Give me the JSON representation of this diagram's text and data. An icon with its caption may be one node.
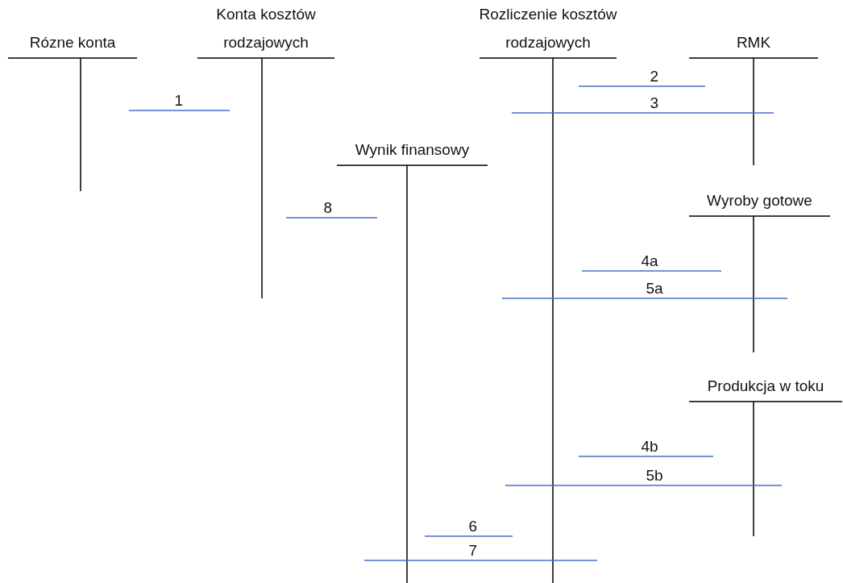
{
  "diagram": {
    "nodes": [
      {
        "text": [
          "Rózne konta"
        ]
      },
      {
        "text": [
          "Konta kosztów rodzajowych"
        ]
      },
      {
        "text": [
          "Rozliczenie kosztów rodzajowych"
        ]
      },
      {
        "text": [
          "RMK"
        ]
      },
      {
        "text": [
          "Wynik finansowy"
        ]
      },
      {
        "text": [
          "Wyroby gotowe"
        ]
      },
      {
        "text": [
          "Produkcja w toku"
        ]
      }
    ],
    "edges": [
      {
        "from": 2,
        "to": 3,
        "arrow": "none",
        "label": "2",
        "color": "#4472c4"
      },
      {
        "from": 0,
        "to": 1,
        "arrow": "none",
        "label": "1",
        "color": "#4472c4"
      },
      {
        "from": 3,
        "to": 2,
        "arrow": "none",
        "label": "3",
        "color": "#4472c4"
      },
      {
        "from": 1,
        "to": 4,
        "arrow": "none",
        "label": "8",
        "color": "#4472c4"
      },
      {
        "from": 2,
        "to": 5,
        "arrow": "none",
        "label": "4a",
        "color": "#4472c4"
      },
      {
        "from": 5,
        "to": 2,
        "arrow": "none",
        "label": "5a",
        "color": "#4472c4"
      },
      {
        "from": 2,
        "to": 6,
        "arrow": "none",
        "label": "4b",
        "color": "#4472c4"
      },
      {
        "from": 6,
        "to": 2,
        "arrow": "none",
        "label": "5b",
        "color": "#4472c4"
      },
      {
        "from": 4,
        "to": 2,
        "arrow": "none",
        "label": "6",
        "color": "#4472c4"
      },
      {
        "from": 2,
        "to": 4,
        "arrow": "none",
        "label": "7",
        "color": "#4472c4"
      }
    ]
  }
}
